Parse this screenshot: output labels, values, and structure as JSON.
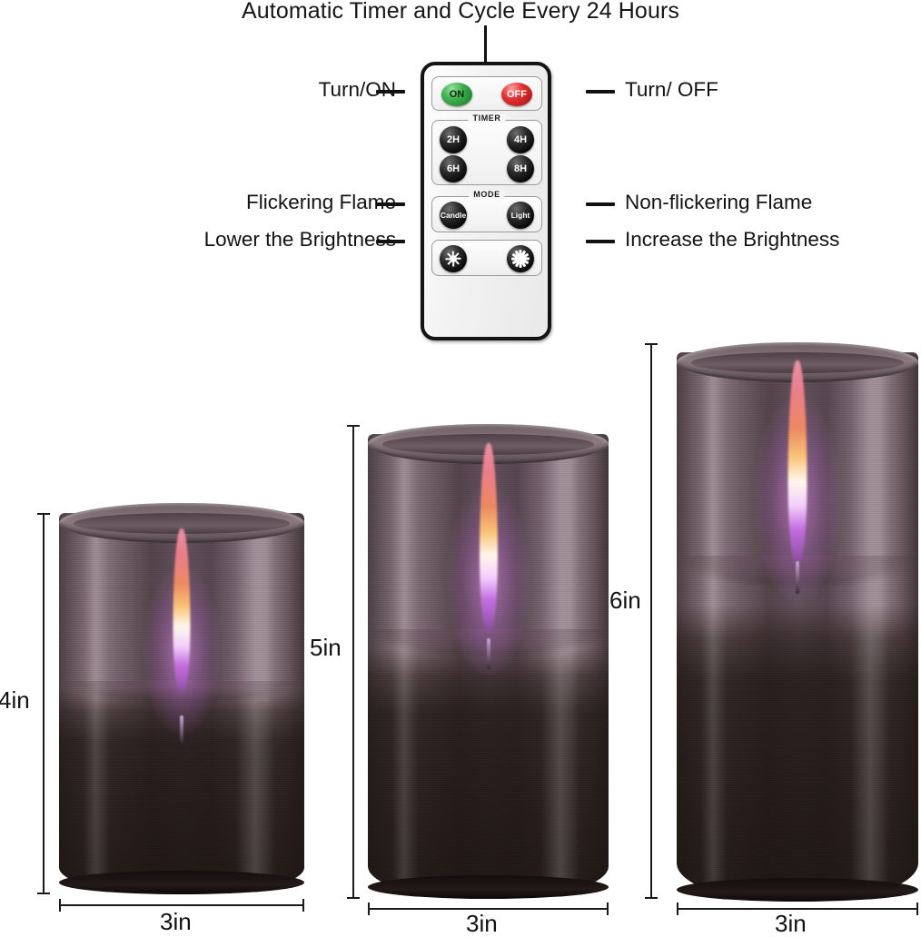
{
  "headline": "Automatic Timer and Cycle Every 24 Hours",
  "callouts": {
    "left": [
      {
        "label": "Turn/ON",
        "name": "callout-turn-on"
      },
      {
        "label": "Flickering Flame",
        "name": "callout-flickering-flame"
      },
      {
        "label": "Lower the Brightness",
        "name": "callout-lower-brightness"
      }
    ],
    "right": [
      {
        "label": "Turn/ OFF",
        "name": "callout-turn-off"
      },
      {
        "label": "Non-flickering Flame",
        "name": "callout-non-flickering-flame"
      },
      {
        "label": "Increase the Brightness",
        "name": "callout-increase-brightness"
      }
    ]
  },
  "remote": {
    "power": {
      "on": "ON",
      "off": "OFF"
    },
    "timer": {
      "legend": "TIMER",
      "buttons": [
        "2H",
        "4H",
        "6H",
        "8H"
      ]
    },
    "mode": {
      "legend": "MODE",
      "buttons": [
        "Candle",
        "Light"
      ]
    },
    "brightness": {
      "dim_icon": "sun-dim-icon",
      "bright_icon": "sun-bright-icon"
    }
  },
  "candles": [
    {
      "height_label": "4in",
      "width_label": "3in",
      "name": "candle-4in"
    },
    {
      "height_label": "5in",
      "width_label": "3in",
      "name": "candle-5in"
    },
    {
      "height_label": "6in",
      "width_label": "3in",
      "name": "candle-6in"
    }
  ],
  "colors": {
    "on_green": "#3fae4d",
    "off_red": "#e03030",
    "button_black": "#0a0a0a",
    "glass_smoke": "#6e5c64",
    "wax_dark": "#1d1512",
    "flame_core": "#fff8eb",
    "flame_purple": "#c46ee2",
    "flame_pink": "#f3808c",
    "flame_amber": "#facf78",
    "background": "#ffffff",
    "line": "#1a1a1a"
  }
}
